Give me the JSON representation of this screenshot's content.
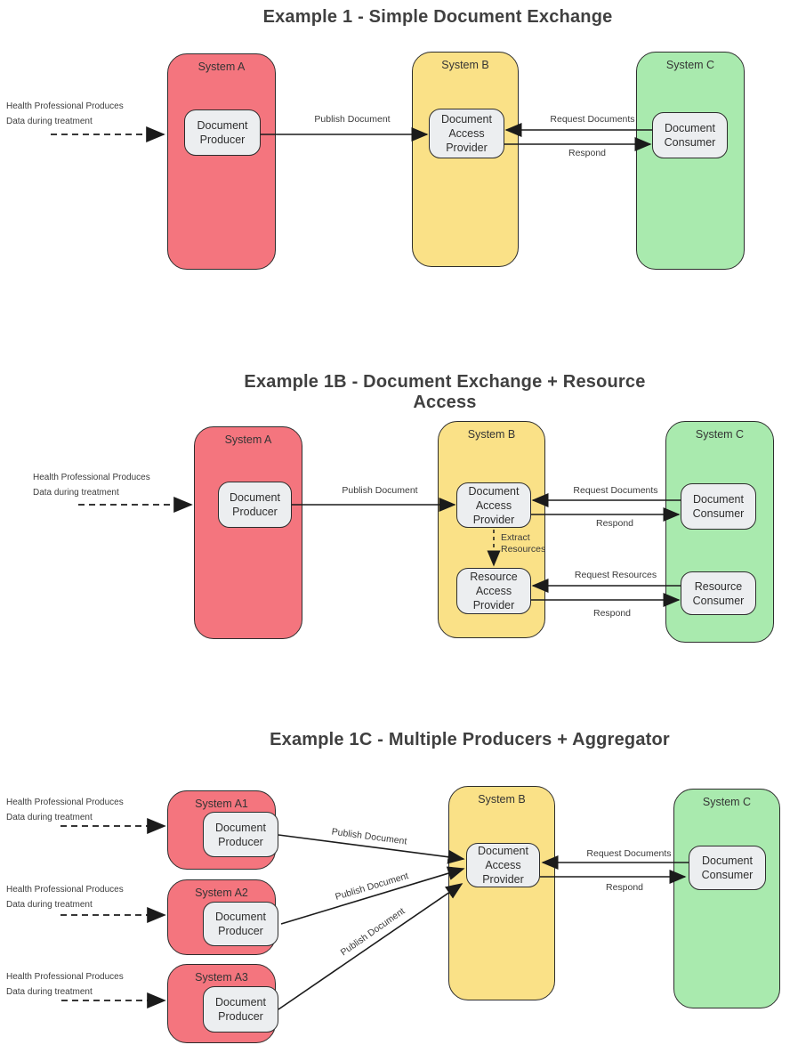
{
  "colors": {
    "background": "#FFFFFF",
    "system_red": "#F4757E",
    "system_yellow": "#FAE187",
    "system_green": "#A9EAAE",
    "component_fill": "#ECEEF0",
    "outline": "#2D2D2D",
    "connector": "#1B1B1B",
    "title_text": "#404040",
    "label_text": "#3A3A3A"
  },
  "diagrams": {
    "ex1": {
      "title": "Example 1 - Simple Document Exchange",
      "annotation": "Health Professional Produces\nData during treatment",
      "systems": {
        "a": "System A",
        "b": "System B",
        "c": "System C"
      },
      "components": {
        "document_producer": "Document\nProducer",
        "document_access_provider": "Document\nAccess\nProvider",
        "document_consumer": "Document\nConsumer"
      },
      "edges": {
        "publish_document": "Publish Document",
        "request_documents": "Request Documents",
        "respond": "Respond"
      }
    },
    "ex1b": {
      "title": "Example 1B - Document Exchange + Resource Access",
      "annotation": "Health Professional Produces\nData during treatment",
      "systems": {
        "a": "System A",
        "b": "System B",
        "c": "System C"
      },
      "components": {
        "document_producer": "Document\nProducer",
        "document_access_provider": "Document\nAccess\nProvider",
        "resource_access_provider": "Resource\nAccess\nProvider",
        "document_consumer": "Document\nConsumer",
        "resource_consumer": "Resource\nConsumer"
      },
      "edges": {
        "publish_document": "Publish Document",
        "request_documents": "Request Documents",
        "respond_documents": "Respond",
        "extract_resources": "Extract\nResources",
        "request_resources": "Request Resources",
        "respond_resources": "Respond"
      }
    },
    "ex1c": {
      "title": "Example 1C - Multiple Producers + Aggregator",
      "annotations": {
        "a1": "Health Professional Produces\nData during treatment",
        "a2": "Health Professional Produces\nData during treatment",
        "a3": "Health Professional Produces\nData during treatment"
      },
      "systems": {
        "a1": "System A1",
        "a2": "System A2",
        "a3": "System A3",
        "b": "System B",
        "c": "System C"
      },
      "components": {
        "document_producer_1": "Document\nProducer",
        "document_producer_2": "Document\nProducer",
        "document_producer_3": "Document\nProducer",
        "document_access_provider": "Document\nAccess\nProvider",
        "document_consumer": "Document\nConsumer"
      },
      "edges": {
        "publish_document_1": "Publish Document",
        "publish_document_2": "Publish Document",
        "publish_document_3": "Publish Document",
        "request_documents": "Request Documents",
        "respond": "Respond"
      }
    }
  }
}
